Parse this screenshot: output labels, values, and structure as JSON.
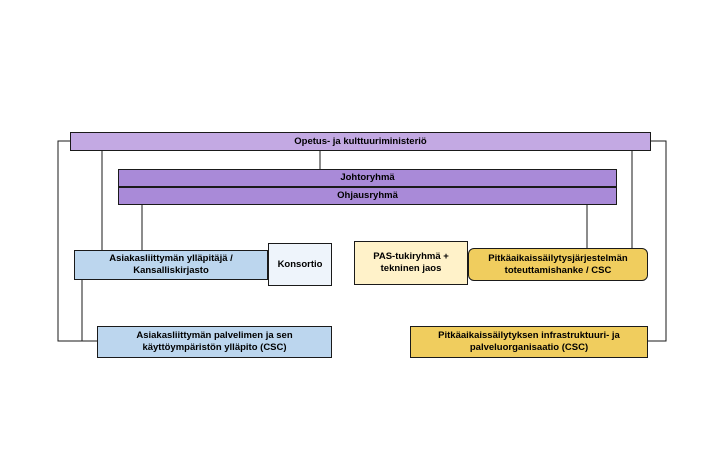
{
  "diagram": {
    "ministry": "Opetus- ja kulttuuriministeriö",
    "steering_group": "Johtoryhmä",
    "control_group": "Ohjausryhmä",
    "interface_maintainer": "Asiakasliittymän ylläpitäjä / Kansalliskirjasto",
    "consortium": "Konsortio",
    "pas_support": "PAS-tukiryhmä + tekninen jaos",
    "ltp_project": "Pitkäaikaissäilytysjärjestelmän toteuttamishanke / CSC",
    "interface_server": "Asiakasliittymän palvelimen ja sen käyttöympäristön ylläpito (CSC)",
    "ltp_infra": "Pitkäaikaissäilytyksen infrastruktuuri- ja palveluorganisaatio (CSC)"
  },
  "colors": {
    "light_purple": "#c3a9e3",
    "purple": "#a98ad8",
    "light_blue": "#bcd6ee",
    "pale_blue": "#eef4fb",
    "cream": "#fff2c9",
    "gold": "#f0cd5e"
  }
}
